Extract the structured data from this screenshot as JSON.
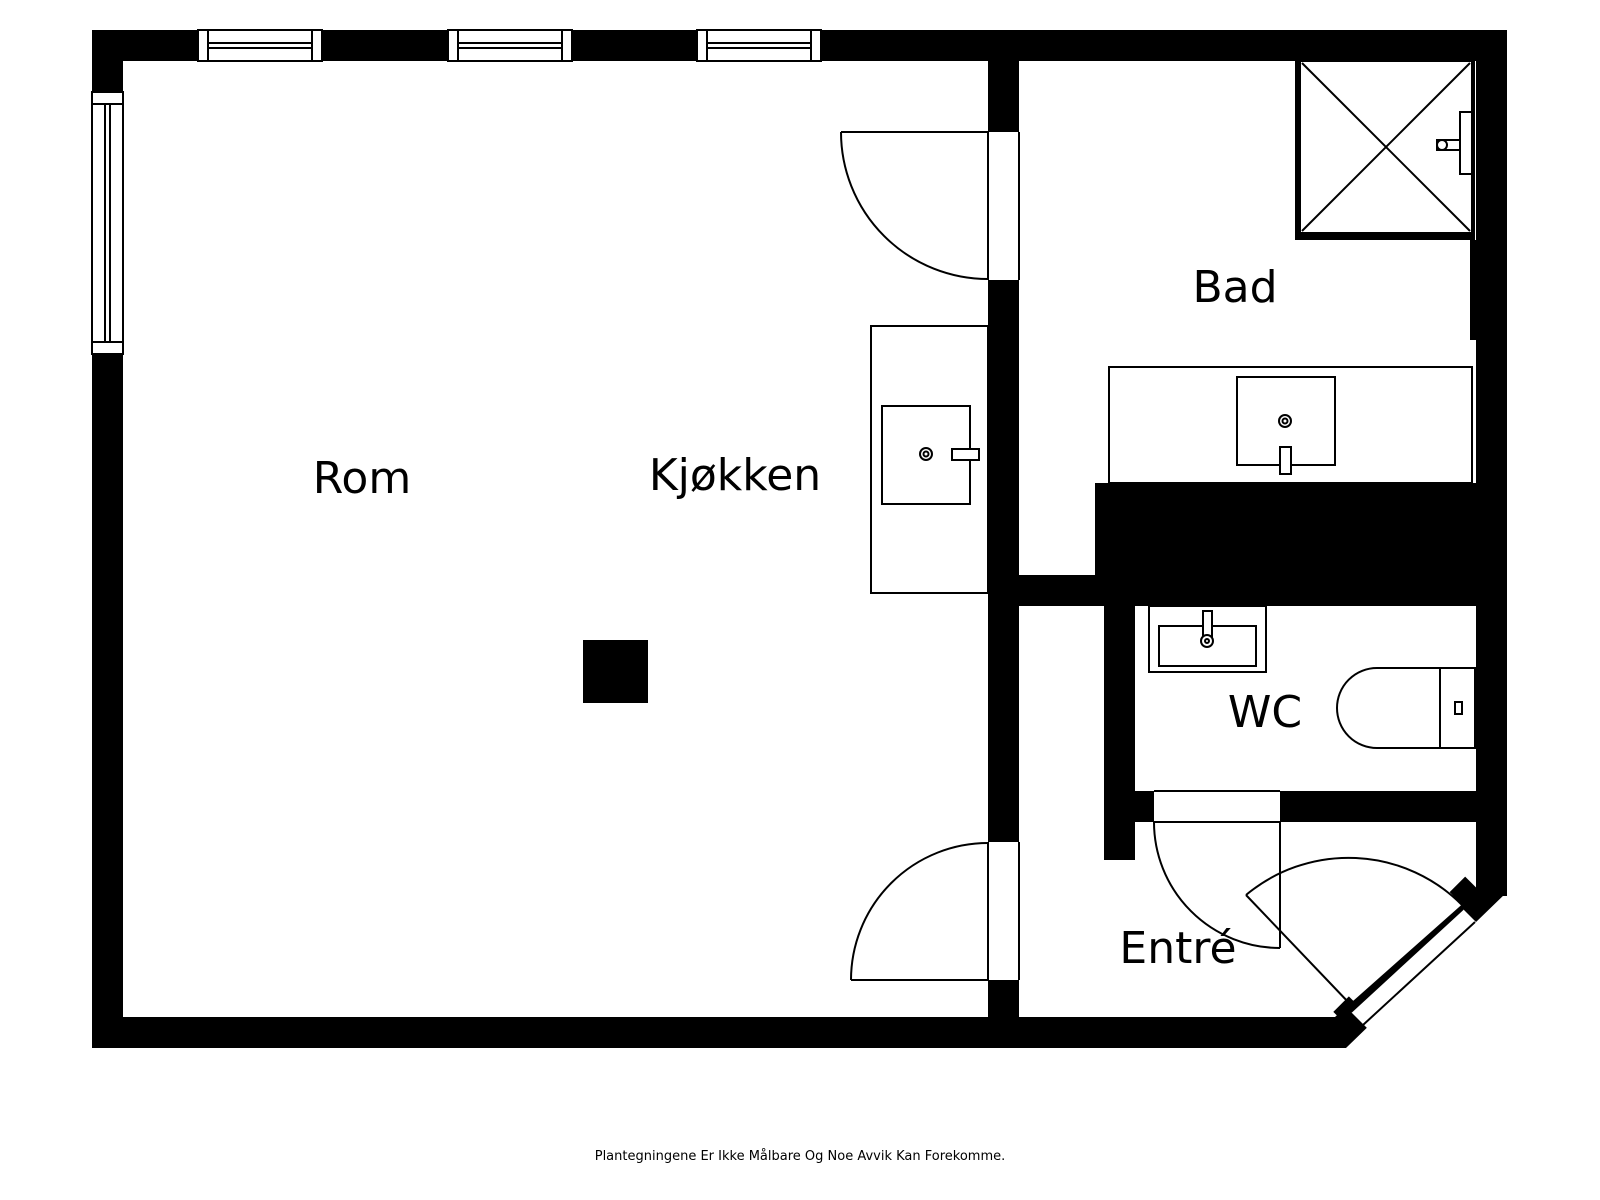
{
  "colors": {
    "wall": "#000000",
    "background": "#ffffff",
    "line": "#000000"
  },
  "rooms": {
    "rom": "Rom",
    "kjokken": "Kjøkken",
    "bad": "Bad",
    "wc": "WC",
    "entre": "Entré"
  },
  "footer": {
    "disclaimer": "Plantegningene Er Ikke Målbare Og Noe Avvik Kan Forekomme."
  }
}
